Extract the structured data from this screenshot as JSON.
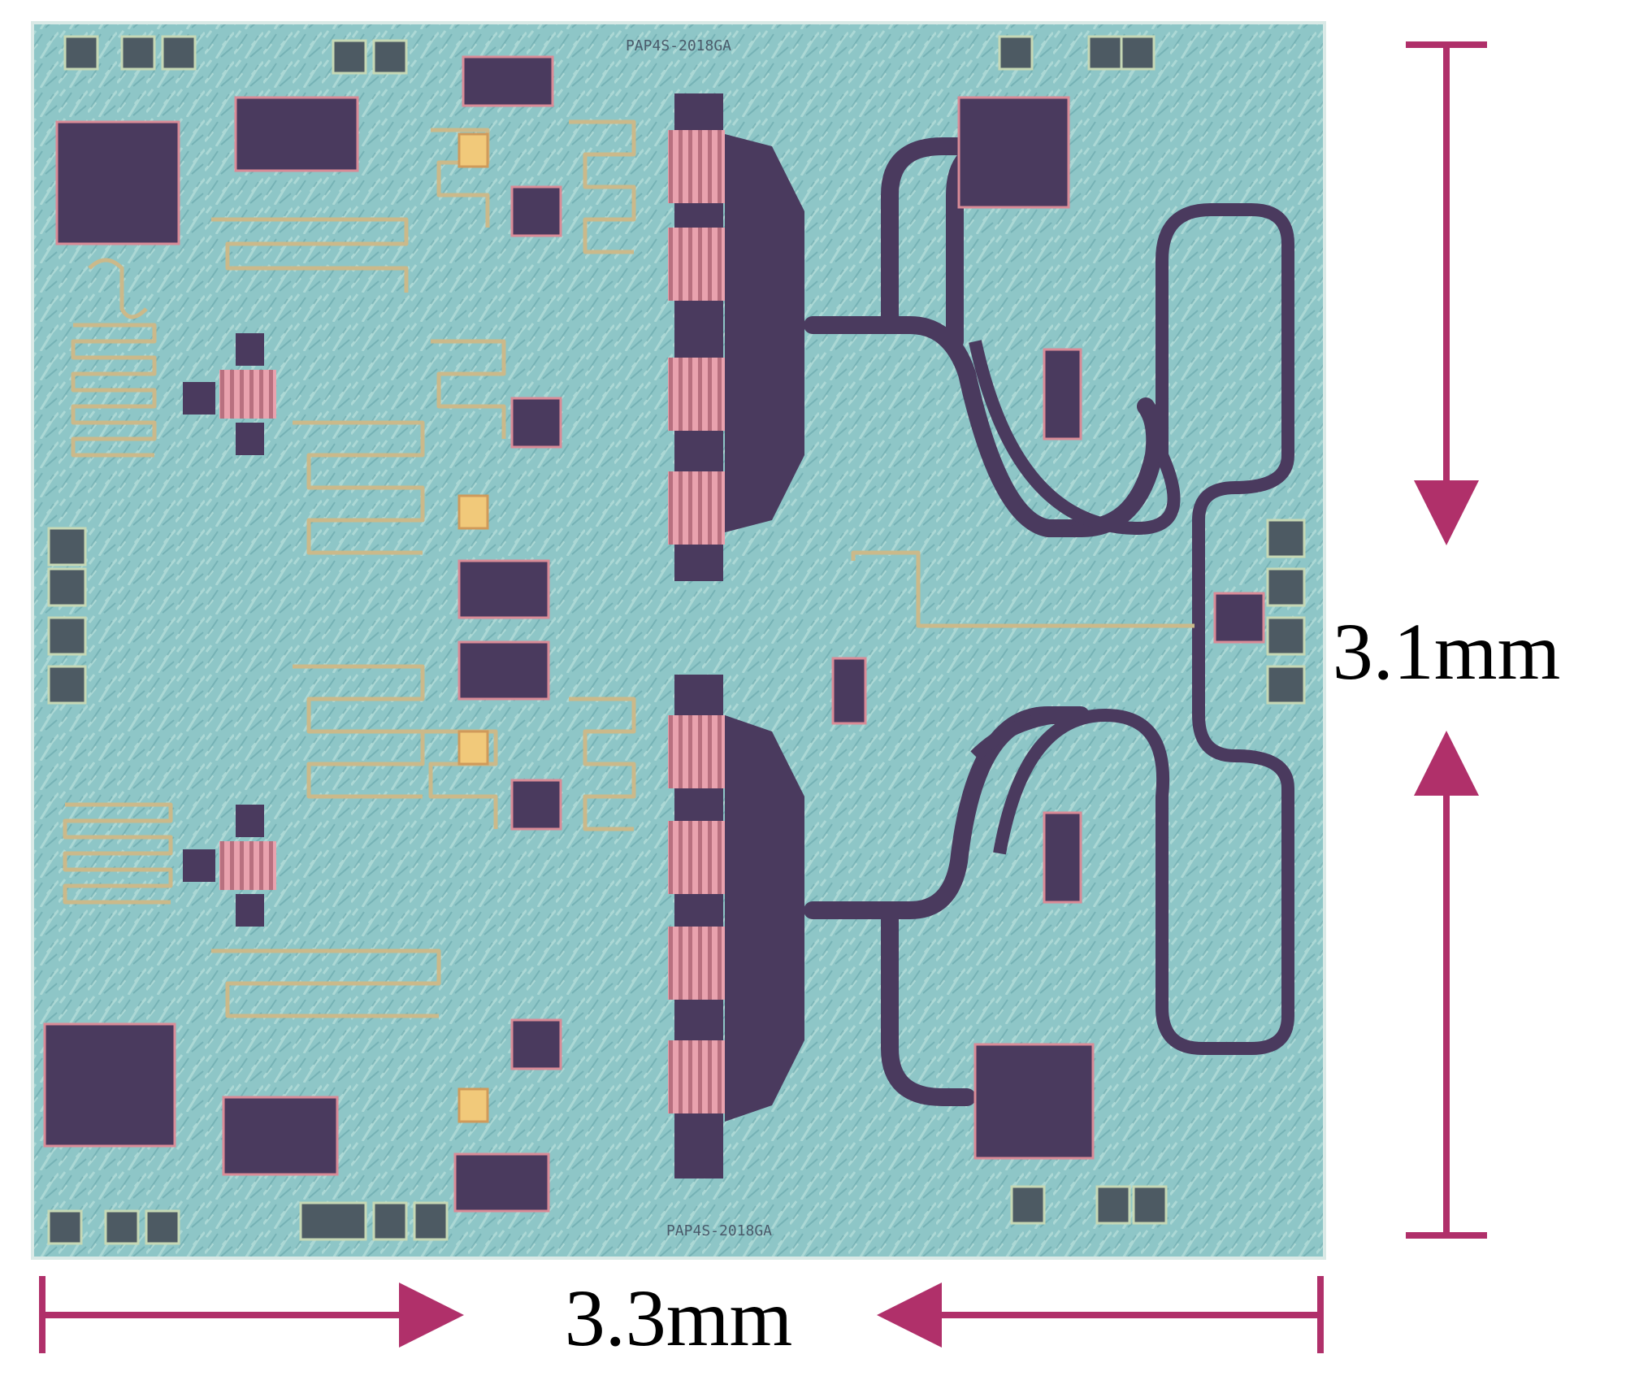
{
  "figure": {
    "chip_marking_top": "PAP4S-2018GA",
    "chip_marking_bottom": "PAP4S-2018GA",
    "height_label": "3.1mm",
    "width_label": "3.3mm",
    "colors": {
      "substrate": "#8cc4c6",
      "metal": "#4a3a5e",
      "pad_pink": "#e79aa8",
      "trace_gold": "#c9b889",
      "cap_yellow": "#f1c97a",
      "dimension_arrow": "#b0306a"
    }
  }
}
